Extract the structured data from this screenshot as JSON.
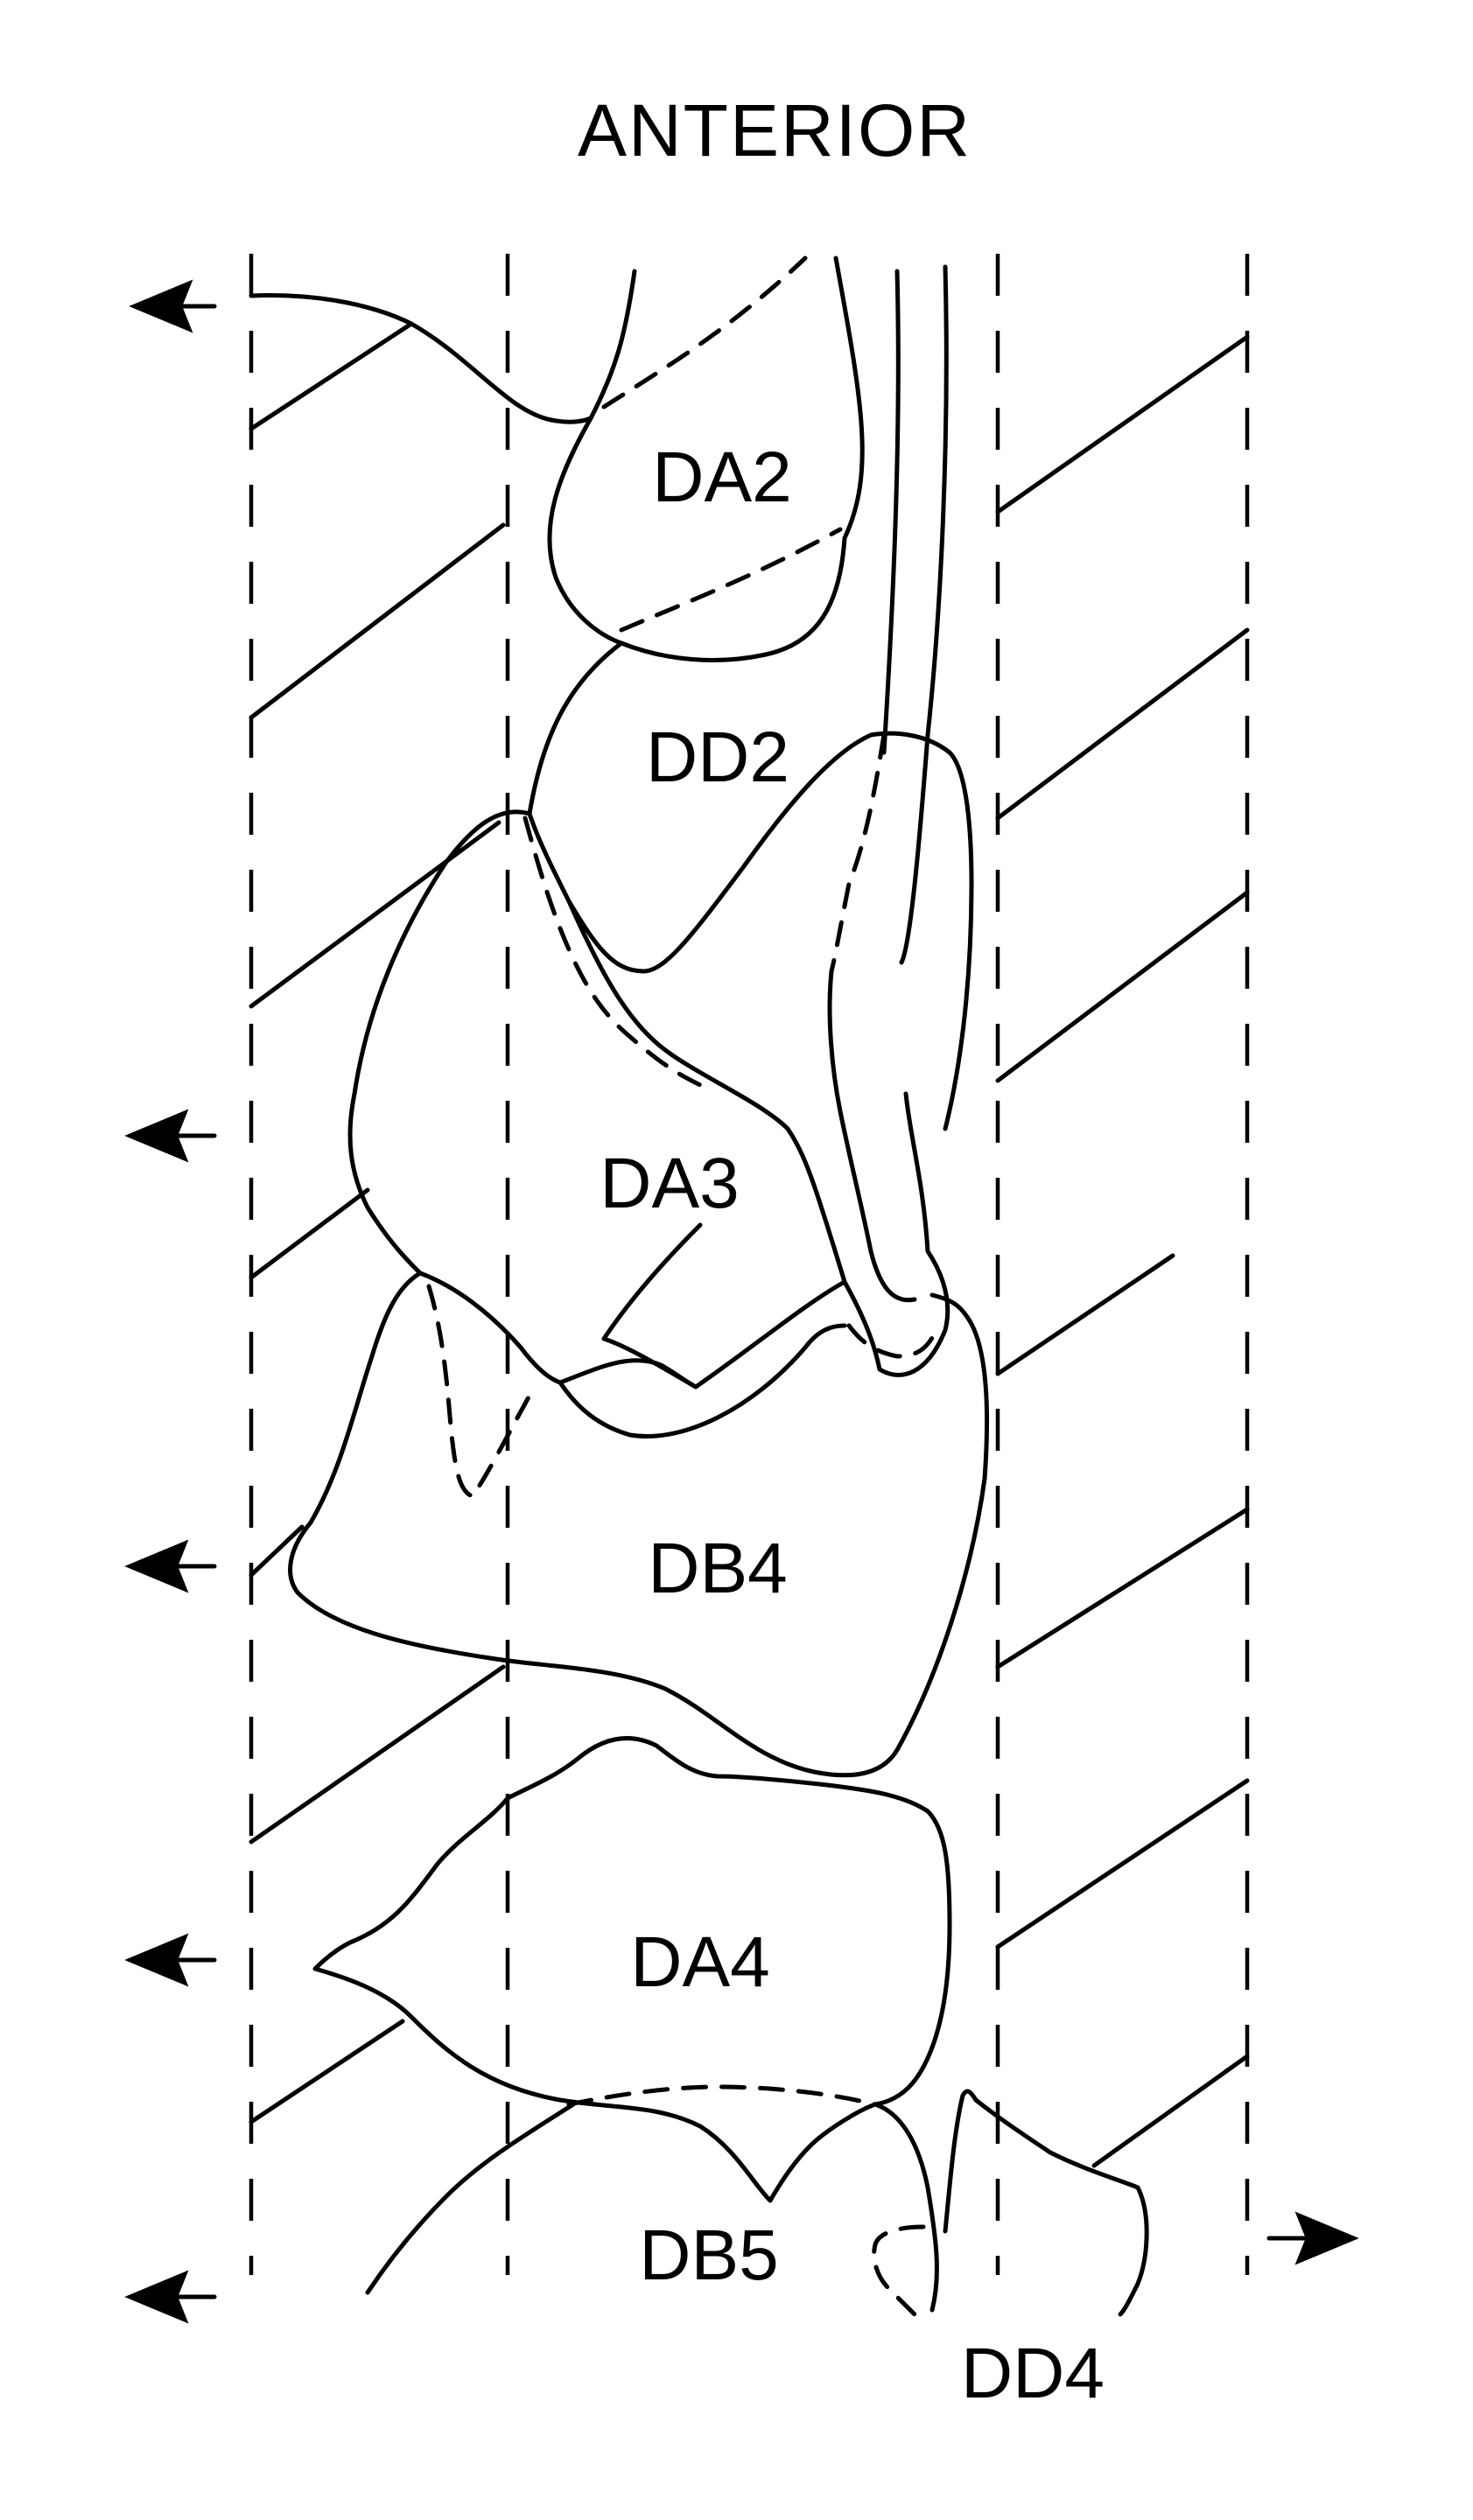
{
  "title": "ANTERIOR",
  "labels": {
    "da2": "DA2",
    "dd2": "DD2",
    "da3": "DA3",
    "db4": "DB4",
    "da4": "DA4",
    "db5": "DB5",
    "dd4": "DD4"
  },
  "colors": {
    "ink": "#000000",
    "background": "#ffffff"
  }
}
